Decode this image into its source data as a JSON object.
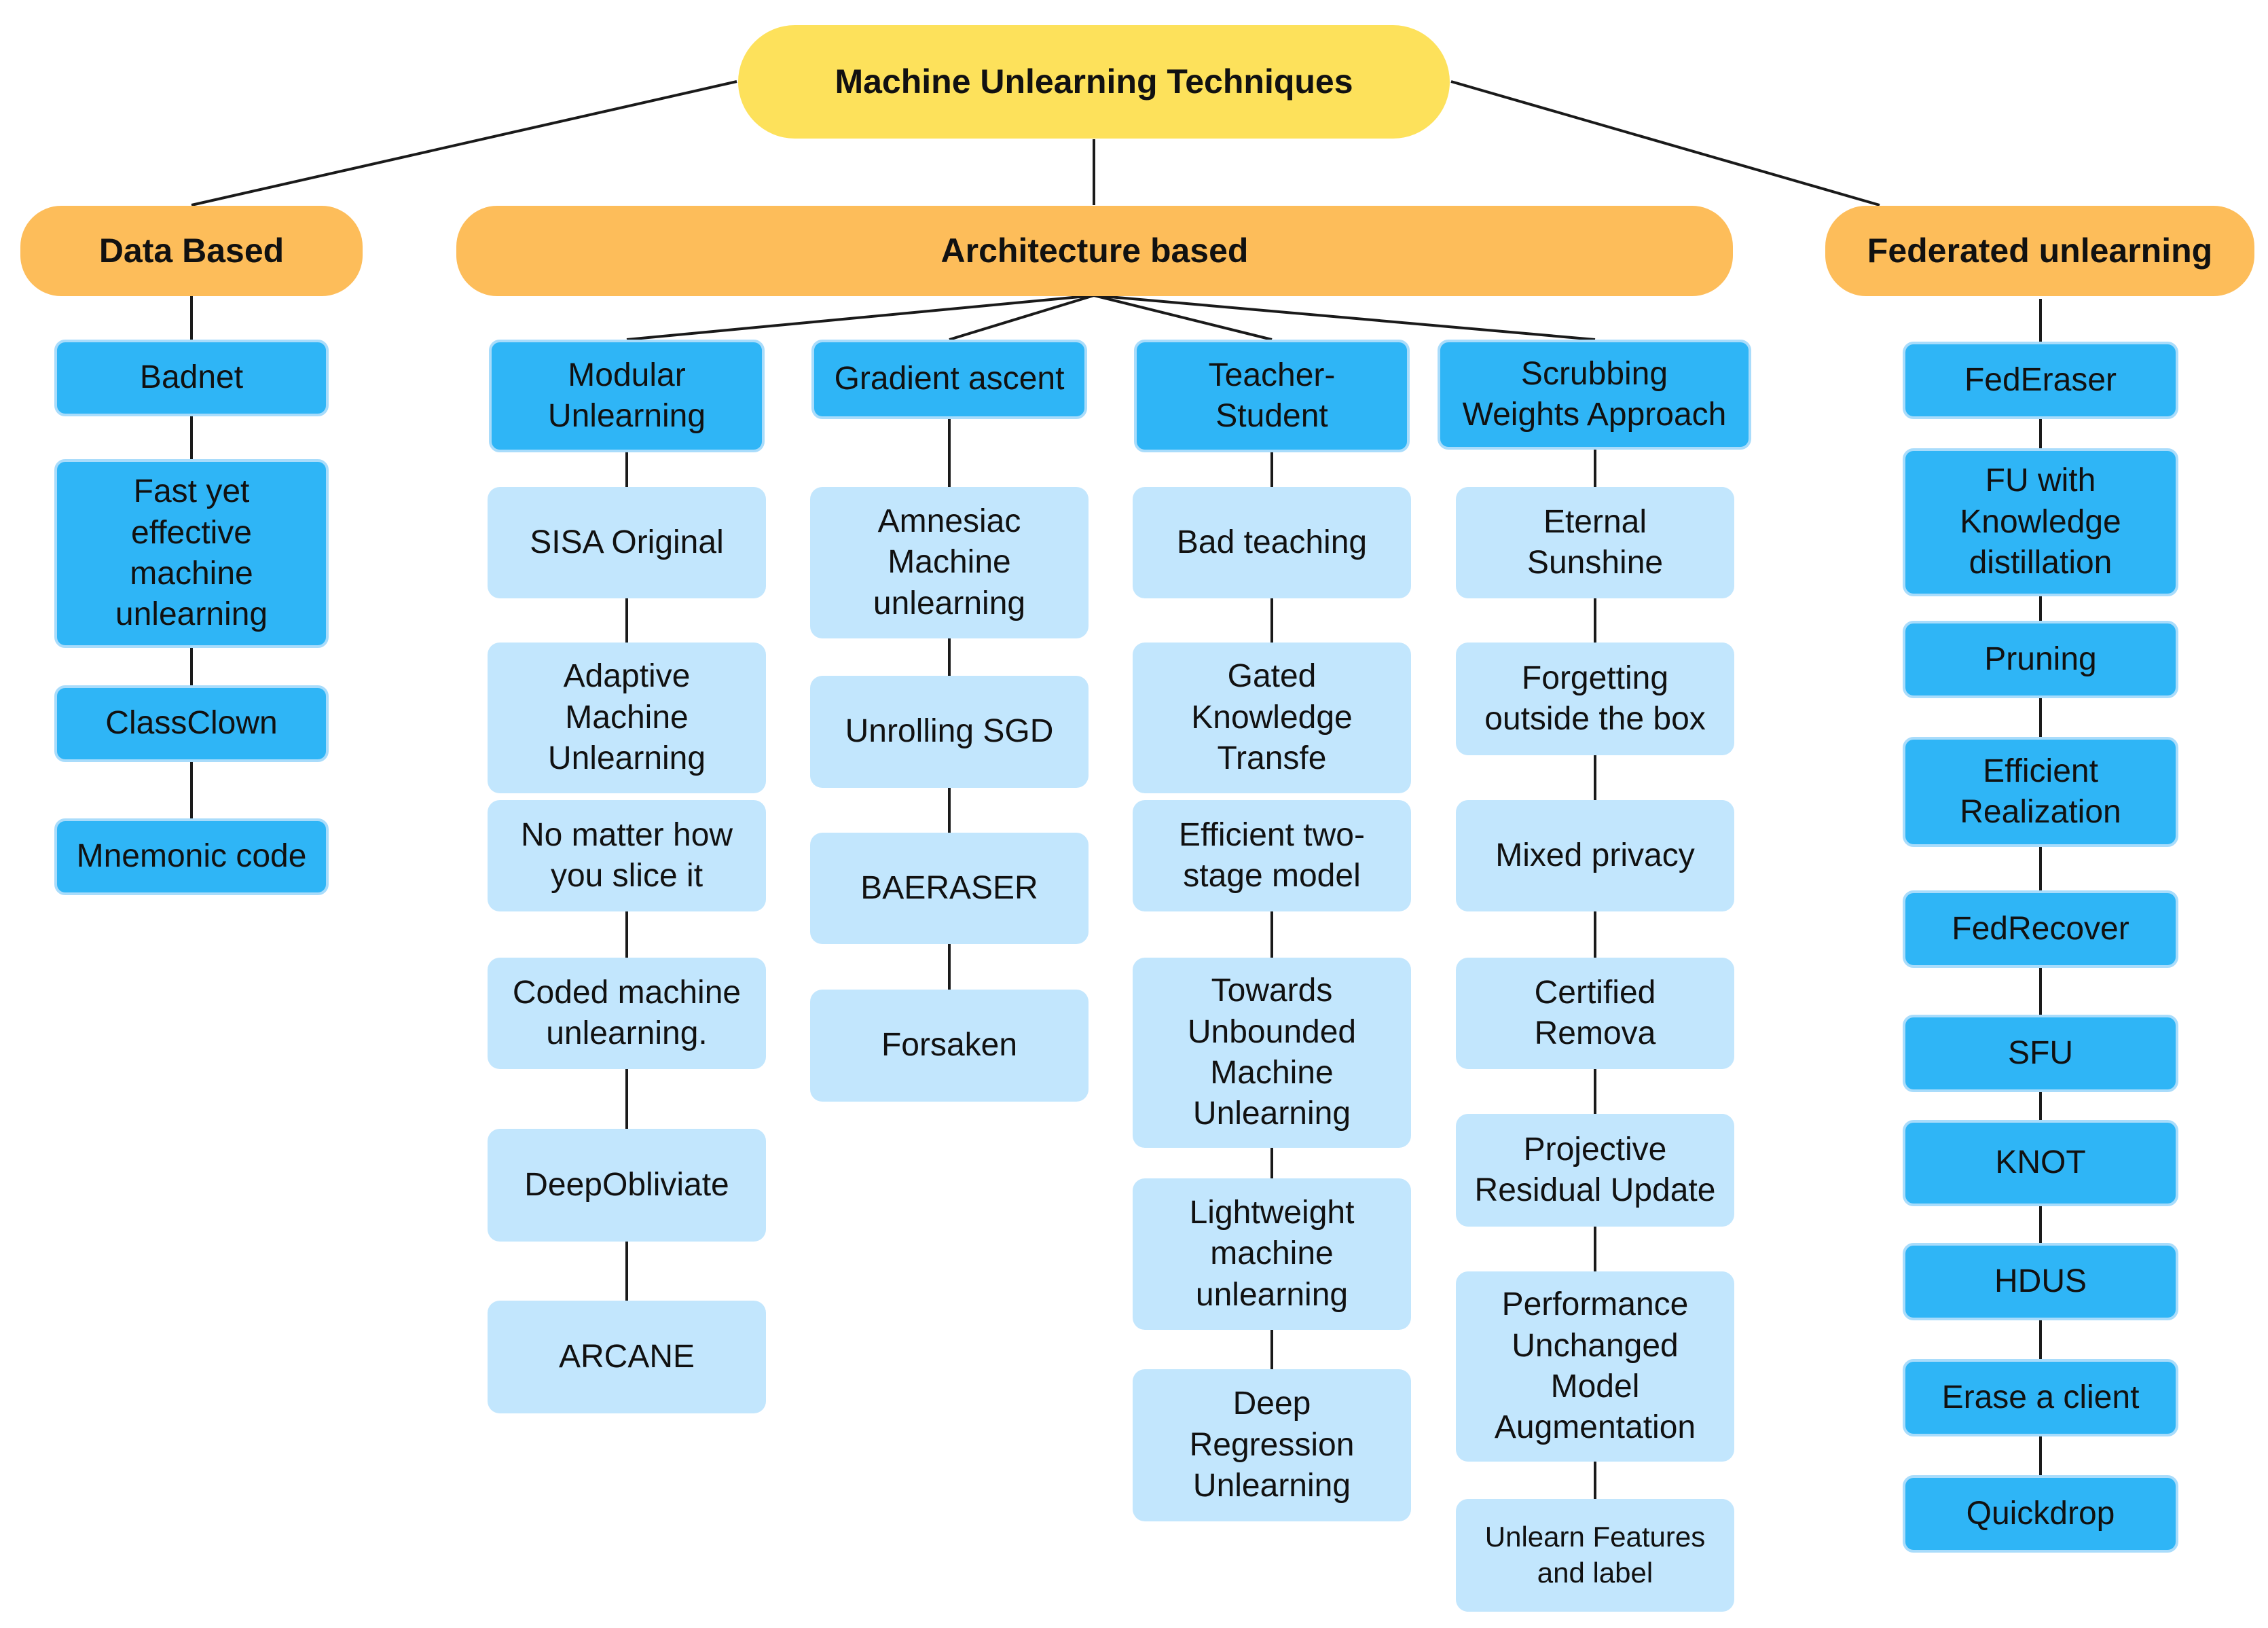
{
  "root": "Machine Unlearning Techniques",
  "data_based": {
    "title": "Data Based",
    "items": [
      "Badnet",
      "Fast yet\neffective\nmachine\nunlearning",
      "ClassClown",
      "Mnemonic code"
    ]
  },
  "architecture_based": {
    "title": "Architecture based",
    "columns": [
      {
        "head": "Modular\nUnlearning",
        "items": [
          "SISA Original",
          "Adaptive\nMachine\nUnlearning",
          "No matter how\nyou slice it",
          "Coded machine\nunlearning.",
          "DeepObliviate",
          "ARCANE"
        ]
      },
      {
        "head": "Gradient ascent",
        "items": [
          "Amnesiac\nMachine\nunlearning",
          "Unrolling SGD",
          "BAERASER",
          "Forsaken"
        ]
      },
      {
        "head": "Teacher-\nStudent",
        "items": [
          "Bad teaching",
          "Gated\nKnowledge\nTransfe",
          "Efficient two-\nstage model",
          "Towards\nUnbounded\nMachine\nUnlearning",
          "Lightweight\nmachine\nunlearning",
          "Deep\nRegression\nUnlearning"
        ]
      },
      {
        "head": "Scrubbing\nWeights Approach",
        "items": [
          "Eternal\nSunshine",
          "Forgetting\noutside the box",
          "Mixed privacy",
          "Certified\nRemova",
          "Projective\nResidual Update",
          "Performance\nUnchanged\nModel\nAugmentation",
          "Unlearn Features\nand label"
        ]
      }
    ]
  },
  "federated": {
    "title": "Federated unlearning",
    "items": [
      "FedEraser",
      "FU with\nKnowledge\ndistillation",
      "Pruning",
      "Efficient\nRealization",
      "FedRecover",
      "SFU",
      "KNOT",
      "HDUS",
      "Erase a client",
      "Quickdrop"
    ]
  },
  "colors": {
    "root": "#fde15b",
    "category": "#fdbd5a",
    "head": "#2fb5f6",
    "leaf": "#c2e6fd"
  }
}
